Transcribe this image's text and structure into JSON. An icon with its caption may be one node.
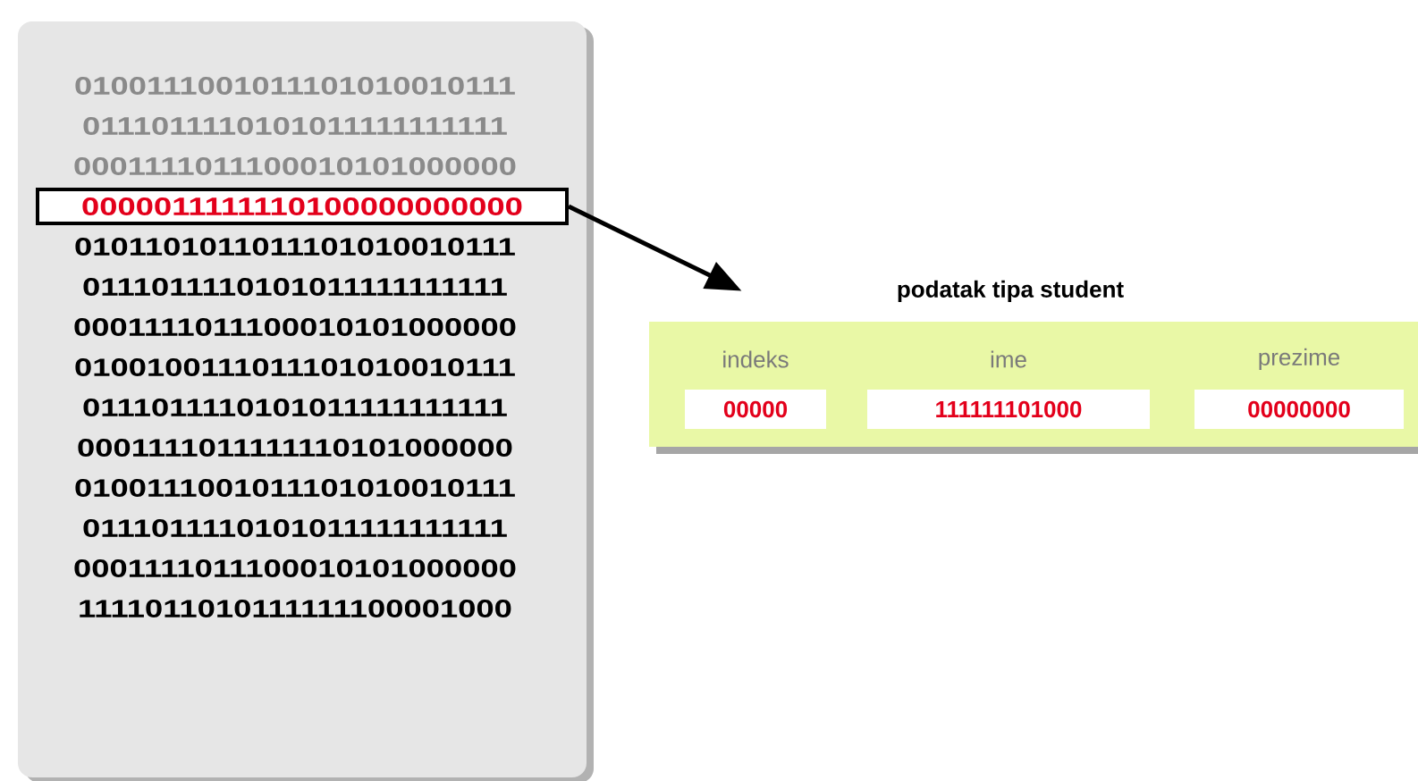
{
  "diagram": {
    "nodes": [
      {
        "text": [
          "0100111001011101010010111",
          "0111011110101011111111111",
          "0001111011100010101000000",
          "0101101011011101010010111",
          "0111011110101011111111111",
          "0001111011100010101000000",
          "0100100111011101010010111",
          "0111011110101011111111111",
          "0001111011111110101000000",
          "0100111001011101010010111",
          "0111011110101011111111111",
          "0001111011100010101000000",
          "1111011010111111100001000"
        ]
      },
      {
        "text": [
          "0000011111110100000000000"
        ],
        "in": 0
      },
      {
        "text": [
          "podatak tipa student"
        ]
      },
      {
        "text": [
          "indeks",
          "00000"
        ],
        "in": 2
      },
      {
        "text": [
          "ime",
          "111111101000"
        ],
        "in": 2
      },
      {
        "text": [
          "prezime",
          "00000000"
        ],
        "in": 2
      }
    ],
    "edges": [
      {
        "from": 1,
        "to": 2,
        "arrow": "to"
      }
    ]
  }
}
